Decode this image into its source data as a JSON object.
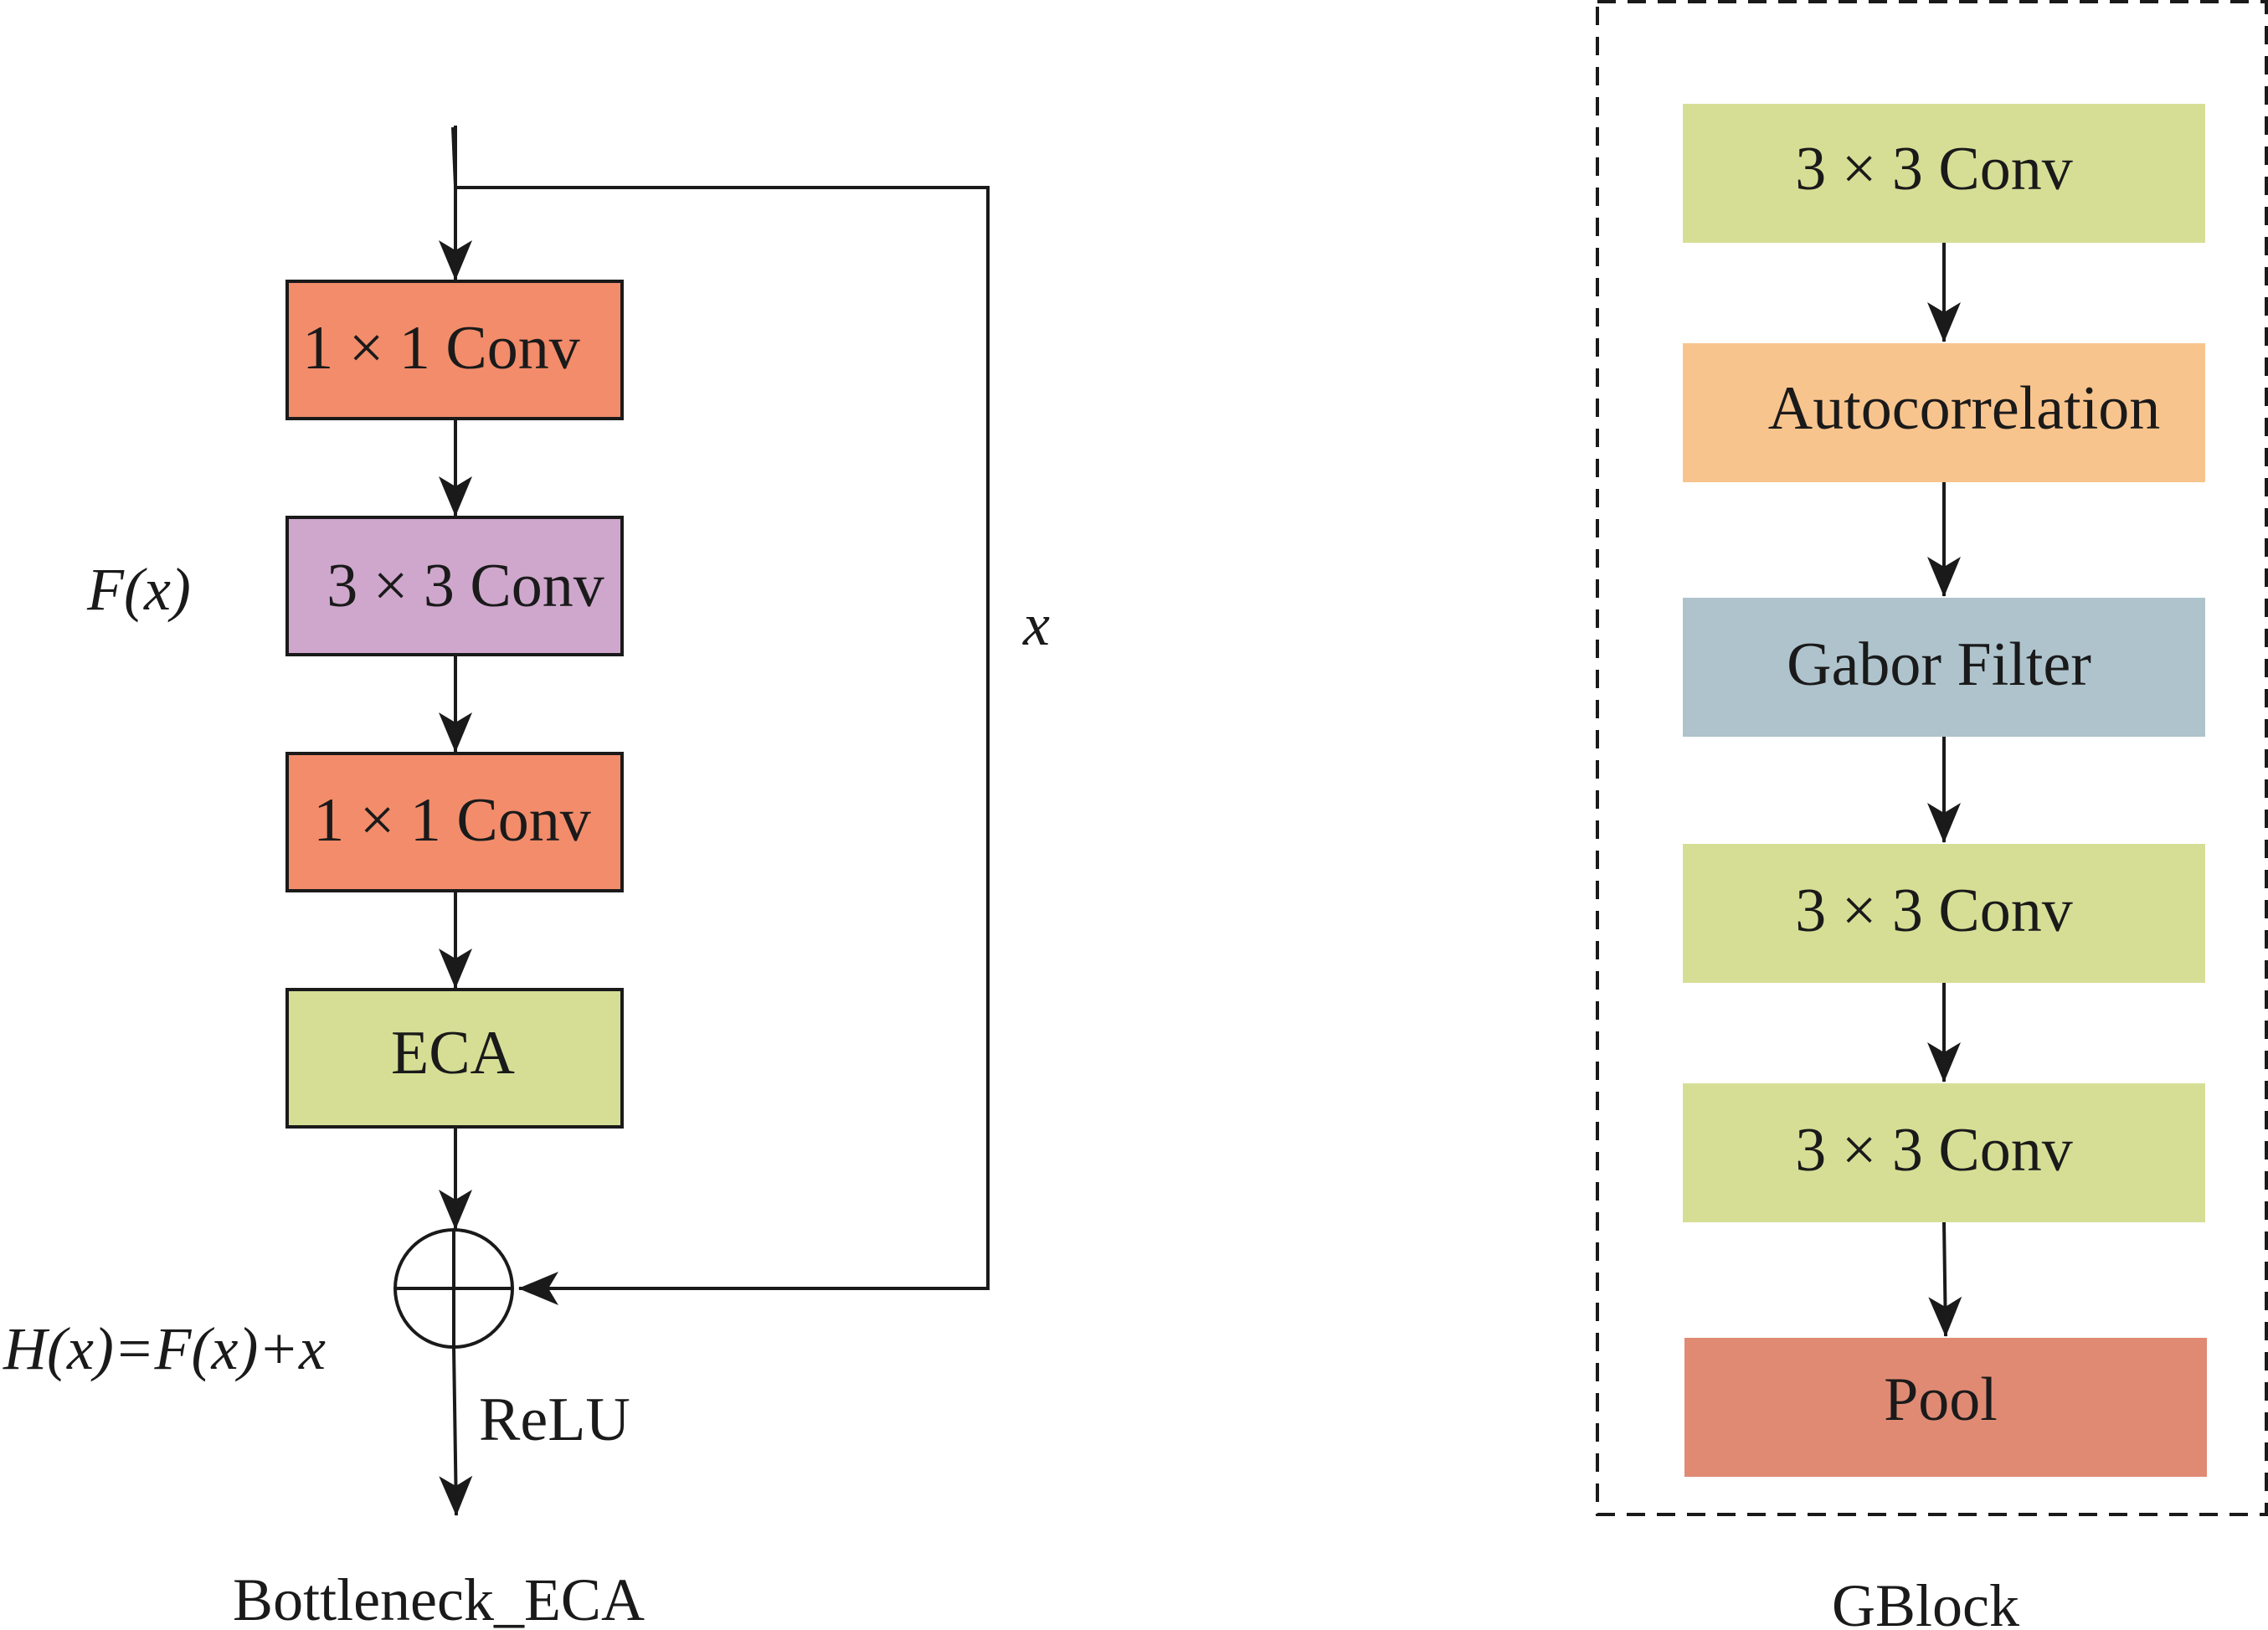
{
  "colors": {
    "conv1x1": "#F28C6B",
    "conv3x3_bottleneck": "#CFA7CC",
    "eca": "#D6DE95",
    "conv3x3_gblock": "#D6DE95",
    "autocorrelation": "#F8C48D",
    "gabor": "#AEC3CC",
    "pool": "#E08A74",
    "line": "#1a1a1a"
  },
  "bottleneck": {
    "caption": "Bottleneck_ECA",
    "blocks": [
      "1 × 1 Conv",
      "3 × 3 Conv",
      "1 × 1 Conv",
      "ECA"
    ],
    "fx_label": "F(x)",
    "skip_label": "x",
    "hx_label": "H(x)=F(x)+x",
    "activation_label": "ReLU",
    "sum_icon": "circled-plus-icon"
  },
  "gblock": {
    "caption": "GBlock",
    "blocks": [
      "3 × 3 Conv",
      "Autocorrelation",
      "Gabor Filter",
      "3 × 3 Conv",
      "3 × 3 Conv",
      "Pool"
    ]
  }
}
